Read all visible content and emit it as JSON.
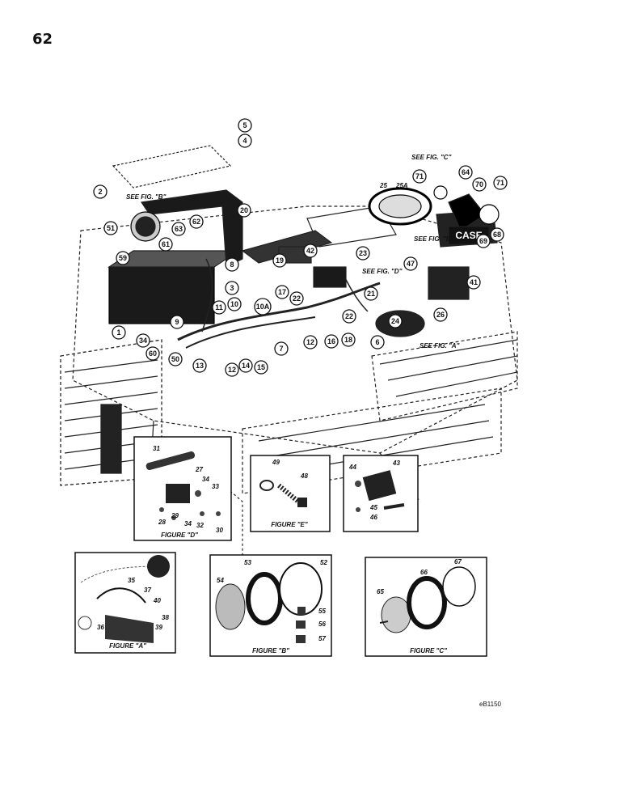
{
  "page_number": "62",
  "drawing_number": "eB1150",
  "callouts": [
    {
      "id": "c5",
      "label": "5"
    },
    {
      "id": "c4",
      "label": "4"
    },
    {
      "id": "c2",
      "label": "2"
    },
    {
      "id": "c20",
      "label": "20"
    },
    {
      "id": "c51",
      "label": "51"
    },
    {
      "id": "c63",
      "label": "63"
    },
    {
      "id": "c62",
      "label": "62"
    },
    {
      "id": "c61",
      "label": "61"
    },
    {
      "id": "c59",
      "label": "59"
    },
    {
      "id": "c8",
      "label": "8"
    },
    {
      "id": "c19",
      "label": "19"
    },
    {
      "id": "c42",
      "label": "42"
    },
    {
      "id": "c23",
      "label": "23"
    },
    {
      "id": "c3",
      "label": "3"
    },
    {
      "id": "c22",
      "label": "22"
    },
    {
      "id": "c17",
      "label": "17"
    },
    {
      "id": "c11",
      "label": "11"
    },
    {
      "id": "c10",
      "label": "10"
    },
    {
      "id": "c10a",
      "label": "10A"
    },
    {
      "id": "c9",
      "label": "9"
    },
    {
      "id": "c1",
      "label": "1"
    },
    {
      "id": "c34",
      "label": "34"
    },
    {
      "id": "c60",
      "label": "60"
    },
    {
      "id": "c50",
      "label": "50"
    },
    {
      "id": "c13",
      "label": "13"
    },
    {
      "id": "c12a",
      "label": "12"
    },
    {
      "id": "c14",
      "label": "14"
    },
    {
      "id": "c15",
      "label": "15"
    },
    {
      "id": "c7",
      "label": "7"
    },
    {
      "id": "c12b",
      "label": "12"
    },
    {
      "id": "c16",
      "label": "16"
    },
    {
      "id": "c18",
      "label": "18"
    },
    {
      "id": "c21",
      "label": "21"
    },
    {
      "id": "c22b",
      "label": "22"
    },
    {
      "id": "c24",
      "label": "24"
    },
    {
      "id": "c6",
      "label": "6"
    },
    {
      "id": "c26",
      "label": "26"
    },
    {
      "id": "c47",
      "label": "47"
    },
    {
      "id": "c41",
      "label": "41"
    },
    {
      "id": "c69",
      "label": "69"
    },
    {
      "id": "c68",
      "label": "68"
    },
    {
      "id": "c71a",
      "label": "71"
    },
    {
      "id": "c64",
      "label": "64"
    },
    {
      "id": "c70",
      "label": "70"
    },
    {
      "id": "c71b",
      "label": "71"
    }
  ],
  "references": [
    {
      "id": "r_b",
      "text": "SEE FIG. \"B\""
    },
    {
      "id": "r_c",
      "text": "SEE FIG. \"C\""
    },
    {
      "id": "r_e",
      "text": "SEE FIG. \"E\""
    },
    {
      "id": "r_d",
      "text": "SEE FIG. \"D\""
    },
    {
      "id": "r_a",
      "text": "SEE FIG. \"A\""
    }
  ],
  "inline_numbers": [
    {
      "id": "n25",
      "text": "25"
    },
    {
      "id": "n25a",
      "text": "25A"
    }
  ],
  "figures": [
    {
      "id": "fig_d",
      "caption": "FIGURE \"D\"",
      "numbers": [
        {
          "id": "d31",
          "text": "31"
        },
        {
          "id": "d27",
          "text": "27"
        },
        {
          "id": "d34",
          "text": "34"
        },
        {
          "id": "d33",
          "text": "33"
        },
        {
          "id": "d28",
          "text": "28"
        },
        {
          "id": "d29",
          "text": "29"
        },
        {
          "id": "d34b",
          "text": "34"
        },
        {
          "id": "d32",
          "text": "32"
        },
        {
          "id": "d30",
          "text": "30"
        }
      ]
    },
    {
      "id": "fig_e",
      "caption": "FIGURE \"E\"",
      "numbers": [
        {
          "id": "e49",
          "text": "49"
        },
        {
          "id": "e48",
          "text": "48"
        }
      ]
    },
    {
      "id": "fig_r",
      "caption": "",
      "numbers": [
        {
          "id": "r44",
          "text": "44"
        },
        {
          "id": "r43",
          "text": "43"
        },
        {
          "id": "r45",
          "text": "45"
        },
        {
          "id": "r46",
          "text": "46"
        }
      ]
    },
    {
      "id": "fig_a",
      "caption": "FIGURE \"A\"",
      "numbers": [
        {
          "id": "a35",
          "text": "35"
        },
        {
          "id": "a37",
          "text": "37"
        },
        {
          "id": "a40",
          "text": "40"
        },
        {
          "id": "a38",
          "text": "38"
        },
        {
          "id": "a36",
          "text": "36"
        },
        {
          "id": "a39",
          "text": "39"
        }
      ]
    },
    {
      "id": "fig_b",
      "caption": "FIGURE \"B\"",
      "numbers": [
        {
          "id": "b53",
          "text": "53"
        },
        {
          "id": "b52",
          "text": "52"
        },
        {
          "id": "b54",
          "text": "54"
        },
        {
          "id": "b55",
          "text": "55"
        },
        {
          "id": "b56",
          "text": "56"
        },
        {
          "id": "b57",
          "text": "57"
        }
      ]
    },
    {
      "id": "fig_c",
      "caption": "FIGURE \"C\"",
      "numbers": [
        {
          "id": "g67",
          "text": "67"
        },
        {
          "id": "g66",
          "text": "66"
        },
        {
          "id": "g65",
          "text": "65"
        }
      ]
    }
  ],
  "brand_mark": "CASE"
}
